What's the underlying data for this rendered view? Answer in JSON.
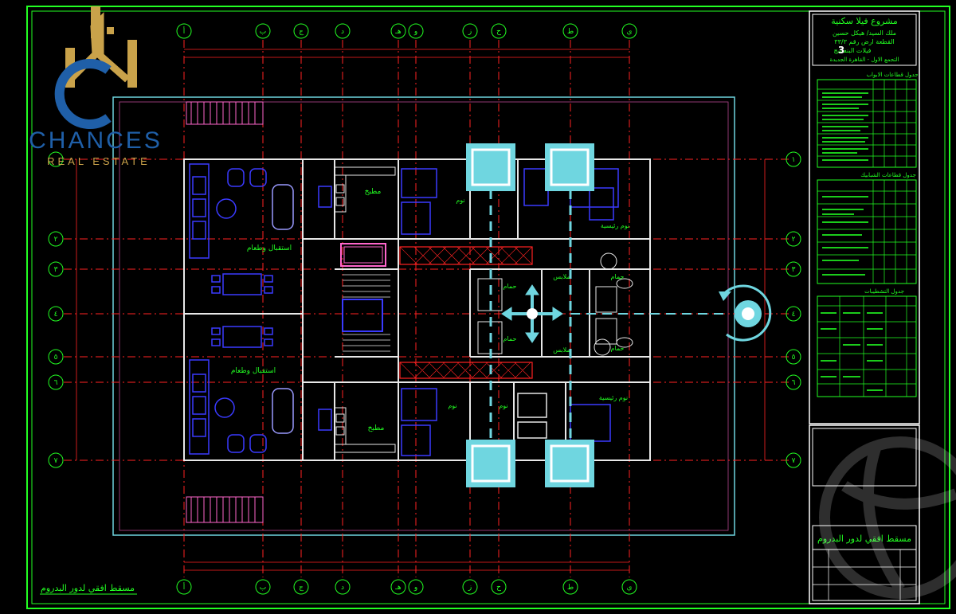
{
  "logo": {
    "brand": "CHANCES",
    "sub": "REAL ESTATE",
    "colors": {
      "gold": "#c9a24a",
      "blue": "#1f5fa8"
    }
  },
  "title_block": {
    "project": "مشروع فيلا سكنية",
    "owner": "ملك السيد/ هيكل حسين",
    "plot": "القطعة ارض رقم ٣٣/٣",
    "district": "فيلات البنفسج",
    "district_num": "3",
    "area": "التجمع الاول - القاهرة الجديدة",
    "table1_title": "جدول قطاعات الابواب",
    "table2_title": "جدول قطاعات الشبابيك",
    "table3_title": "جدول التشطيبات",
    "sheet_title": "مسقط افقي لدور البدروم"
  },
  "rooms": {
    "kitchen": "مطبخ",
    "reception": "استقبال وطعام",
    "bedroom": "نوم",
    "master_bedroom": "نوم رئيسية",
    "bathroom": "حمام",
    "dressing": "ملابس"
  },
  "drawing_caption": "مسقط افقي لدور البدروم",
  "grid": {
    "top_bubbles": [
      "أ",
      "ب",
      "ج",
      "د",
      "هـ",
      "و",
      "ز",
      "ح",
      "ط",
      "ي"
    ],
    "side_bubbles": [
      "١",
      "٢",
      "٣",
      "٤",
      "٥",
      "٦",
      "٧"
    ]
  },
  "colors": {
    "border": "#22ff22",
    "wall": "#e8e8e8",
    "furniture": "#3a3aff",
    "grid_line": "#ff2222",
    "text": "#22ff22",
    "hotspot": "#6fd6e0"
  }
}
